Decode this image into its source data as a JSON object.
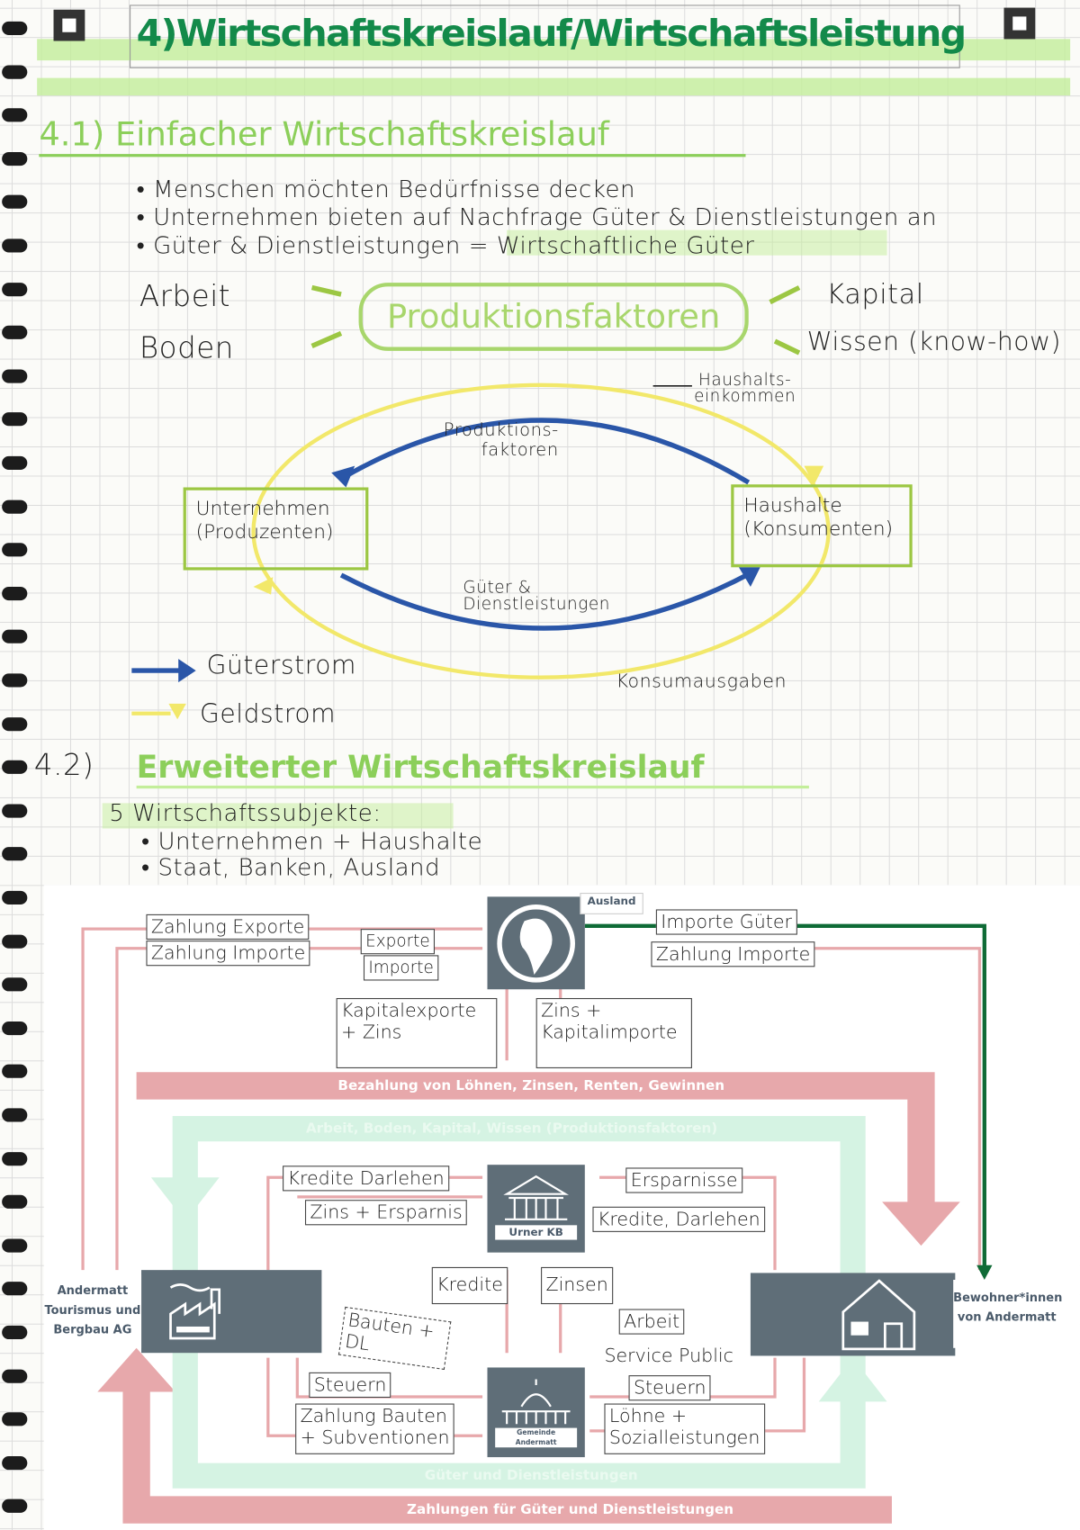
{
  "title": "4)Wirtschaftskreislauf/Wirtschaftsleistung",
  "section1": {
    "heading": "4.1) Einfacher Wirtschaftskreislauf",
    "bullets": [
      "Menschen möchten Bedürfnisse decken",
      "Unternehmen bieten auf Nachfrage Güter & Dienstleistungen an",
      "Güter & Dienstleistungen = Wirtschaftliche Güter"
    ],
    "factors_center": "Produktionsfaktoren",
    "factors": [
      "Arbeit",
      "Boden",
      "Kapital",
      "Wissen (know-how)"
    ],
    "circuit": {
      "left_box": "Unternehmen\n(Produzenten)",
      "right_box": "Haushalte\n(Konsumenten)",
      "top_blue": "Produktions-\nfaktoren",
      "bottom_blue": "Güter &\nDienstleistungen",
      "top_yellow": "Haushalts-\neinkommen",
      "bottom_yellow": "Konsumausgaben"
    },
    "legend": {
      "goods": "Güterstrom",
      "money": "Geldstrom"
    },
    "colors": {
      "goods": "#2a56a8",
      "money": "#f2e86a",
      "accent": "#8ccf5a",
      "title": "#138a4a"
    }
  },
  "section2": {
    "heading_num": "4.2)",
    "heading": "Erweiterter Wirtschaftskreislauf",
    "subjects_title": "5 Wirtschaftssubjekte:",
    "subjects": [
      "Unternehmen + Haushalte",
      "Staat, Banken, Ausland"
    ],
    "diagram": {
      "ausland": "Ausland",
      "bank": "Urner KB",
      "gemeinde": "Gemeinde Andermatt",
      "firm": "Andermatt Tourismus und Bergbau AG",
      "households": "Bewohner*innen von Andermatt",
      "band_top": "Bezahlung von Löhnen, Zinsen, Renten, Gewinnen",
      "band_green_top": "Arbeit, Boden, Kapital, Wissen (Produktionsfaktoren)",
      "band_green_bottom": "Güter und Dienstleistungen",
      "band_bottom": "Zahlungen für Güter und Dienstleistungen",
      "notes": {
        "zahlung_exporte": "Zahlung Exporte",
        "zahlung_importe_l": "Zahlung Importe",
        "exporte": "Exporte",
        "importe": "Importe",
        "importe_gueter": "Importe Güter",
        "zahlung_importe_r": "Zahlung Importe",
        "kapitalexporte": "Kapitalexporte\n+ Zins",
        "kapitalimporte": "Zins +\nKapitalimporte",
        "kredite_darlehen": "Kredite Darlehen",
        "zins_ersparnis": "Zins + Ersparnis",
        "ersparnisse": "Ersparnisse",
        "kredite_darlehen_r": "Kredite, Darlehen",
        "kredite": "Kredite",
        "zinsen": "Zinsen",
        "bauten": "Bauten +\nDL",
        "arbeit": "Arbeit",
        "service_public": "Service Public",
        "steuern_l": "Steuern",
        "steuern_r": "Steuern",
        "zahlung_bauten": "Zahlung Bauten\n+ Subventionen",
        "loehne": "Löhne +\nSozialleistungen"
      }
    }
  }
}
